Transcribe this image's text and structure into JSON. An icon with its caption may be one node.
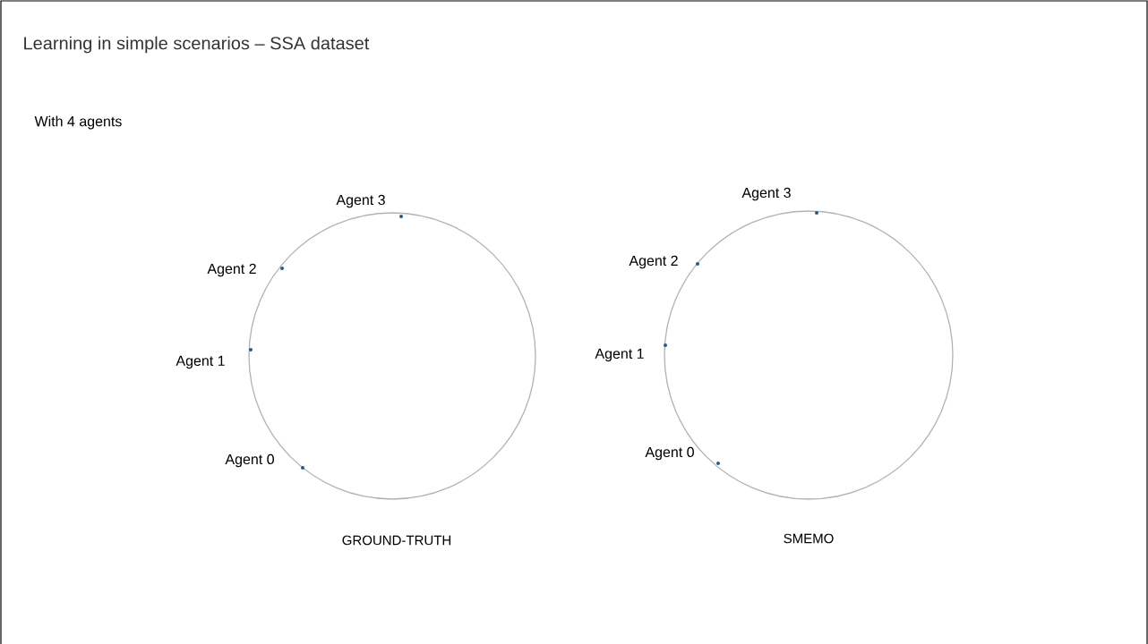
{
  "diagram": {
    "title": "Learning in simple scenarios – SSA dataset",
    "nodes": [
      {
        "text": [],
        "shape": "circle",
        "beside": [
          "GROUND-TRUTH"
        ]
      },
      {
        "text": [],
        "shape": "circle",
        "beside": [
          "SMEMO"
        ]
      }
    ],
    "labels": [
      "With 4 agents",
      "Agent 3",
      "Agent 2",
      "Agent 1",
      "Agent 0",
      "Agent 3",
      "Agent 2",
      "Agent 1",
      "Agent 0"
    ]
  }
}
